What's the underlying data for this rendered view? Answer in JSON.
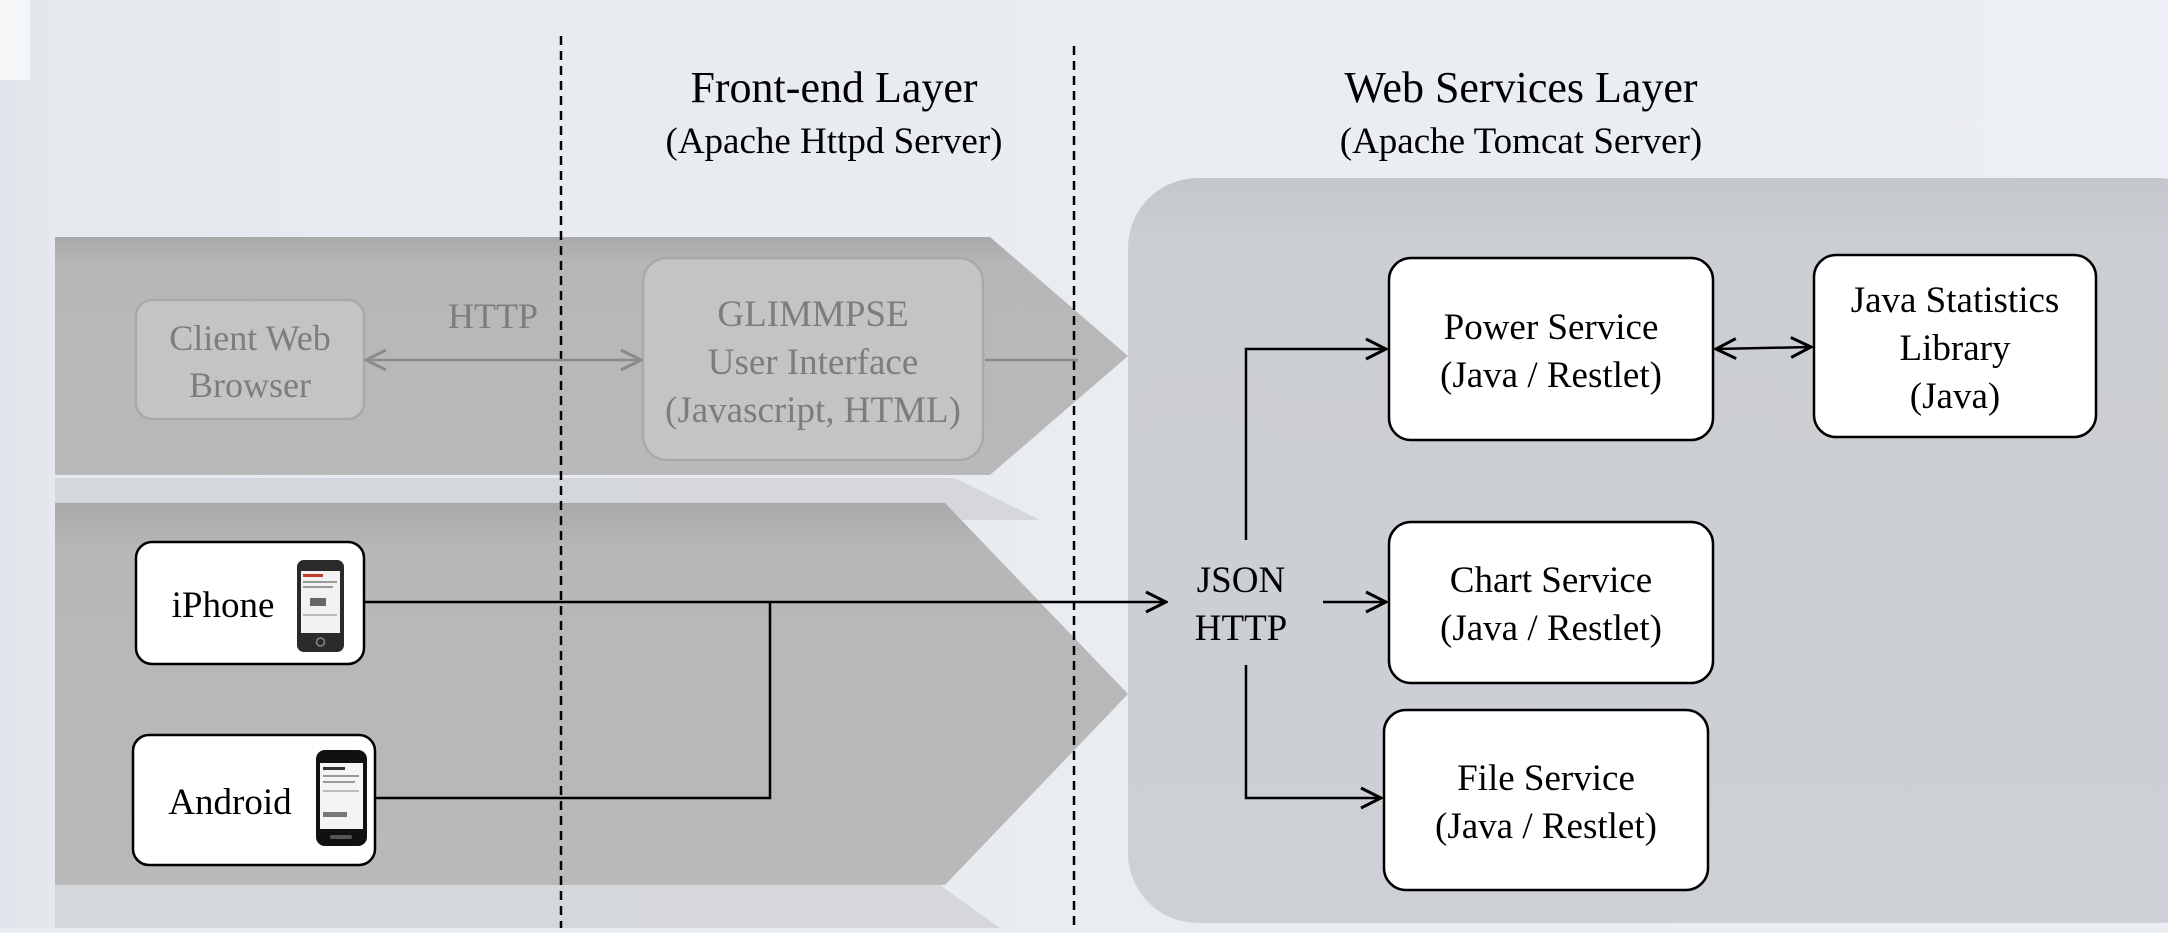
{
  "layers": {
    "frontend": {
      "title": "Front-end Layer",
      "subtitle": "(Apache Httpd Server)"
    },
    "webservices": {
      "title": "Web Services Layer",
      "subtitle": "(Apache Tomcat Server)"
    }
  },
  "nodes": {
    "client_browser": {
      "lines": [
        "Client Web",
        "Browser"
      ]
    },
    "glimmpse_ui": {
      "lines": [
        "GLIMMPSE",
        "User Interface",
        "(Javascript, HTML)"
      ]
    },
    "iphone": {
      "label": "iPhone"
    },
    "android": {
      "label": "Android"
    },
    "power_service": {
      "lines": [
        "Power Service",
        "(Java / Restlet)"
      ]
    },
    "java_stats": {
      "lines": [
        "Java Statistics",
        "Library",
        "(Java)"
      ]
    },
    "chart_service": {
      "lines": [
        "Chart Service",
        "(Java / Restlet)"
      ]
    },
    "file_service": {
      "lines": [
        "File Service",
        "(Java / Restlet)"
      ]
    }
  },
  "edge_labels": {
    "http_top": "HTTP",
    "json_hub": [
      "JSON",
      "HTTP"
    ]
  },
  "colors": {
    "background": "#e9edf2",
    "band": "#b4b4b4",
    "band_shadow": "#cfd2d6",
    "server_panel": "#c9ccd0",
    "faded_node_fill": "#c4c4c4",
    "faded_node_stroke": "#a9a9a9",
    "faded_text": "#7d7d7d",
    "node_fill": "#ffffff",
    "stroke": "#000000"
  }
}
